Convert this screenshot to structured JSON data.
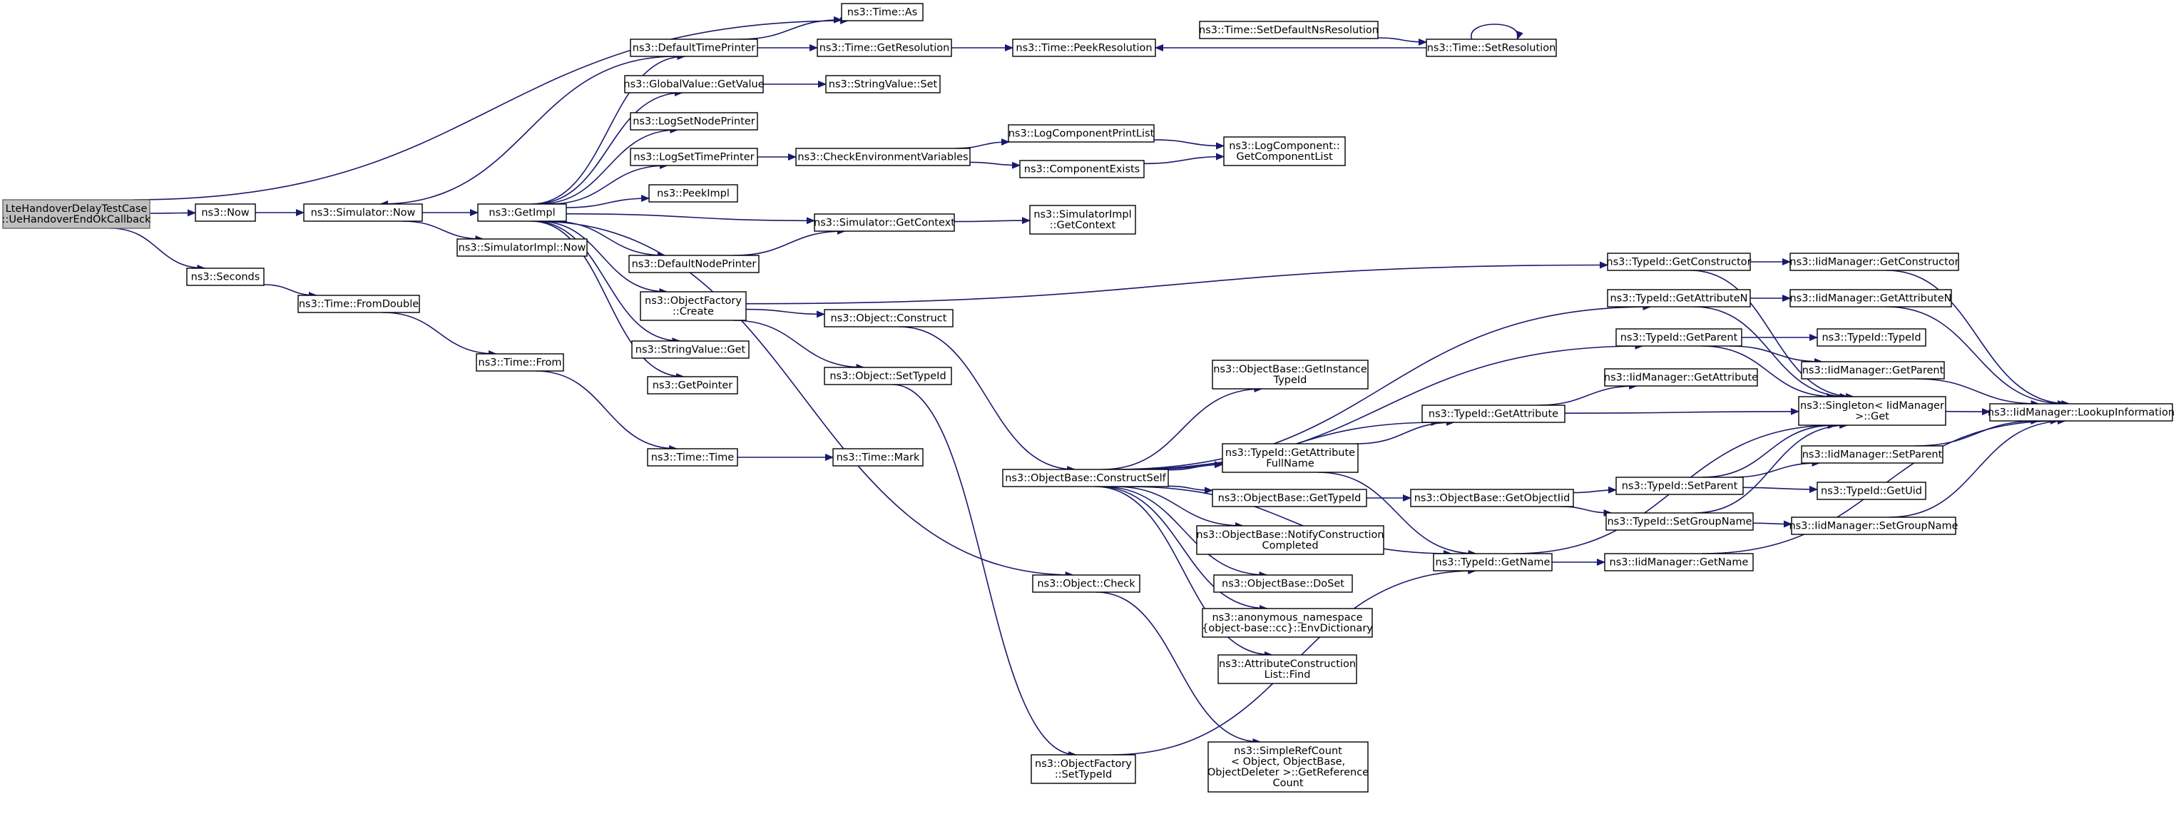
{
  "graph": {
    "title": "",
    "colors": {
      "edge": "#191970",
      "node_border": "#000000",
      "root_fill": "#bfbfbf",
      "root_border": "#666666",
      "node_fill": "#ffffff"
    },
    "nodes": [
      {
        "id": "root",
        "lines": [
          "LteHandoverDelayTestCase",
          "::UeHandoverEndOkCallback"
        ]
      },
      {
        "id": "now",
        "lines": [
          "ns3::Now"
        ]
      },
      {
        "id": "seconds",
        "lines": [
          "ns3::Seconds"
        ]
      },
      {
        "id": "timeAs",
        "lines": [
          "ns3::Time::As"
        ]
      },
      {
        "id": "simNow",
        "lines": [
          "ns3::Simulator::Now"
        ]
      },
      {
        "id": "getImpl",
        "lines": [
          "ns3::GetImpl"
        ]
      },
      {
        "id": "simImplNow",
        "lines": [
          "ns3::SimulatorImpl::Now"
        ]
      },
      {
        "id": "fromDouble",
        "lines": [
          "ns3::Time::FromDouble"
        ]
      },
      {
        "id": "timeFrom",
        "lines": [
          "ns3::Time::From"
        ]
      },
      {
        "id": "timeTime",
        "lines": [
          "ns3::Time::Time"
        ]
      },
      {
        "id": "timeMark",
        "lines": [
          "ns3::Time::Mark"
        ]
      },
      {
        "id": "defTimePrinter",
        "lines": [
          "ns3::DefaultTimePrinter"
        ]
      },
      {
        "id": "globalGetValue",
        "lines": [
          "ns3::GlobalValue::GetValue"
        ]
      },
      {
        "id": "logSetNode",
        "lines": [
          "ns3::LogSetNodePrinter"
        ]
      },
      {
        "id": "logSetTime",
        "lines": [
          "ns3::LogSetTimePrinter"
        ]
      },
      {
        "id": "peekImpl",
        "lines": [
          "ns3::PeekImpl"
        ]
      },
      {
        "id": "defNodePrinter",
        "lines": [
          "ns3::DefaultNodePrinter"
        ]
      },
      {
        "id": "objFactoryCreate",
        "lines": [
          "ns3::ObjectFactory",
          "::Create"
        ]
      },
      {
        "id": "stringGet",
        "lines": [
          "ns3::StringValue::Get"
        ]
      },
      {
        "id": "getPointer",
        "lines": [
          "ns3::GetPointer"
        ]
      },
      {
        "id": "getResolution",
        "lines": [
          "ns3::Time::GetResolution"
        ]
      },
      {
        "id": "stringSet",
        "lines": [
          "ns3::StringValue::Set"
        ]
      },
      {
        "id": "checkEnv",
        "lines": [
          "ns3::CheckEnvironmentVariables"
        ]
      },
      {
        "id": "simGetContext",
        "lines": [
          "ns3::Simulator::GetContext"
        ]
      },
      {
        "id": "objConstruct",
        "lines": [
          "ns3::Object::Construct"
        ]
      },
      {
        "id": "objSetTypeId",
        "lines": [
          "ns3::Object::SetTypeId"
        ]
      },
      {
        "id": "peekResolution",
        "lines": [
          "ns3::Time::PeekResolution"
        ]
      },
      {
        "id": "logCompPrint",
        "lines": [
          "ns3::LogComponentPrintList"
        ]
      },
      {
        "id": "compExists",
        "lines": [
          "ns3::ComponentExists"
        ]
      },
      {
        "id": "simImplGetContext",
        "lines": [
          "ns3::SimulatorImpl",
          "::GetContext"
        ]
      },
      {
        "id": "constructSelf",
        "lines": [
          "ns3::ObjectBase::ConstructSelf"
        ]
      },
      {
        "id": "objCheck",
        "lines": [
          "ns3::Object::Check"
        ]
      },
      {
        "id": "objFactorySetTypeId",
        "lines": [
          "ns3::ObjectFactory",
          "::SetTypeId"
        ]
      },
      {
        "id": "setDefaultNs",
        "lines": [
          "ns3::Time::SetDefaultNsResolution"
        ]
      },
      {
        "id": "setResolution",
        "lines": [
          "ns3::Time::SetResolution"
        ]
      },
      {
        "id": "logCompGetList",
        "lines": [
          "ns3::LogComponent::",
          "GetComponentList"
        ]
      },
      {
        "id": "getInstanceTypeId",
        "lines": [
          "ns3::ObjectBase::GetInstance",
          "TypeId"
        ]
      },
      {
        "id": "getAttrFullName",
        "lines": [
          "ns3::TypeId::GetAttribute",
          "FullName"
        ]
      },
      {
        "id": "obGetTypeId",
        "lines": [
          "ns3::ObjectBase::GetTypeId"
        ]
      },
      {
        "id": "notifyConstruction",
        "lines": [
          "ns3::ObjectBase::NotifyConstruction",
          "Completed"
        ]
      },
      {
        "id": "doSet",
        "lines": [
          "ns3::ObjectBase::DoSet"
        ]
      },
      {
        "id": "envDictionary",
        "lines": [
          "ns3::anonymous_namespace",
          "{object-base::cc}::EnvDictionary"
        ]
      },
      {
        "id": "attrConstructionFind",
        "lines": [
          "ns3::AttributeConstruction",
          "List::Find"
        ]
      },
      {
        "id": "simpleRefCount",
        "lines": [
          "ns3::SimpleRefCount",
          "< Object, ObjectBase,",
          "ObjectDeleter >::GetReference",
          "Count"
        ]
      },
      {
        "id": "tidGetAttribute",
        "lines": [
          "ns3::TypeId::GetAttribute"
        ]
      },
      {
        "id": "getObjectIid",
        "lines": [
          "ns3::ObjectBase::GetObjectIid"
        ]
      },
      {
        "id": "tidGetName",
        "lines": [
          "ns3::TypeId::GetName"
        ]
      },
      {
        "id": "tidGetConstructor",
        "lines": [
          "ns3::TypeId::GetConstructor"
        ]
      },
      {
        "id": "tidGetAttributeN",
        "lines": [
          "ns3::TypeId::GetAttributeN"
        ]
      },
      {
        "id": "tidGetParent",
        "lines": [
          "ns3::TypeId::GetParent"
        ]
      },
      {
        "id": "tidSetParent",
        "lines": [
          "ns3::TypeId::SetParent"
        ]
      },
      {
        "id": "tidSetGroupName",
        "lines": [
          "ns3::TypeId::SetGroupName"
        ]
      },
      {
        "id": "iidGetAttribute",
        "lines": [
          "ns3::IidManager::GetAttribute"
        ]
      },
      {
        "id": "iidGetName",
        "lines": [
          "ns3::IidManager::GetName"
        ]
      },
      {
        "id": "iidGetConstructor",
        "lines": [
          "ns3::IidManager::GetConstructor"
        ]
      },
      {
        "id": "iidGetAttributeN",
        "lines": [
          "ns3::IidManager::GetAttributeN"
        ]
      },
      {
        "id": "tidTypeId",
        "lines": [
          "ns3::TypeId::TypeId"
        ]
      },
      {
        "id": "iidGetParent",
        "lines": [
          "ns3::IidManager::GetParent"
        ]
      },
      {
        "id": "singletonGet",
        "lines": [
          "ns3::Singleton< IidManager",
          " >::Get"
        ]
      },
      {
        "id": "iidSetParent",
        "lines": [
          "ns3::IidManager::SetParent"
        ]
      },
      {
        "id": "tidGetUid",
        "lines": [
          "ns3::TypeId::GetUid"
        ]
      },
      {
        "id": "iidSetGroupName",
        "lines": [
          "ns3::IidManager::SetGroupName"
        ]
      },
      {
        "id": "iidLookup",
        "lines": [
          "ns3::IidManager::LookupInformation"
        ]
      }
    ],
    "edges": [
      [
        "root",
        "now"
      ],
      [
        "root",
        "seconds"
      ],
      [
        "root",
        "timeAs"
      ],
      [
        "now",
        "simNow"
      ],
      [
        "simNow",
        "getImpl"
      ],
      [
        "simNow",
        "simImplNow"
      ],
      [
        "getImpl",
        "defTimePrinter"
      ],
      [
        "getImpl",
        "globalGetValue"
      ],
      [
        "getImpl",
        "logSetNode"
      ],
      [
        "getImpl",
        "logSetTime"
      ],
      [
        "getImpl",
        "peekImpl"
      ],
      [
        "getImpl",
        "simGetContext"
      ],
      [
        "getImpl",
        "defNodePrinter"
      ],
      [
        "getImpl",
        "objFactoryCreate"
      ],
      [
        "getImpl",
        "stringGet"
      ],
      [
        "getImpl",
        "getPointer"
      ],
      [
        "getImpl",
        "objCheck"
      ],
      [
        "defTimePrinter",
        "simNow"
      ],
      [
        "defTimePrinter",
        "timeAs"
      ],
      [
        "defTimePrinter",
        "getResolution"
      ],
      [
        "getResolution",
        "peekResolution"
      ],
      [
        "globalGetValue",
        "stringSet"
      ],
      [
        "logSetTime",
        "checkEnv"
      ],
      [
        "checkEnv",
        "logCompPrint"
      ],
      [
        "checkEnv",
        "compExists"
      ],
      [
        "logCompPrint",
        "logCompGetList"
      ],
      [
        "compExists",
        "logCompGetList"
      ],
      [
        "defNodePrinter",
        "simGetContext"
      ],
      [
        "simGetContext",
        "simImplGetContext"
      ],
      [
        "setDefaultNs",
        "setResolution"
      ],
      [
        "setResolution",
        "peekResolution"
      ],
      [
        "setResolution",
        "setResolution"
      ],
      [
        "objFactoryCreate",
        "objConstruct"
      ],
      [
        "objFactoryCreate",
        "objSetTypeId"
      ],
      [
        "objFactoryCreate",
        "tidGetConstructor"
      ],
      [
        "objConstruct",
        "constructSelf"
      ],
      [
        "objSetTypeId",
        "objFactorySetTypeId"
      ],
      [
        "seconds",
        "fromDouble"
      ],
      [
        "fromDouble",
        "timeFrom"
      ],
      [
        "timeFrom",
        "timeTime"
      ],
      [
        "timeTime",
        "timeMark"
      ],
      [
        "constructSelf",
        "tidGetAttributeN"
      ],
      [
        "constructSelf",
        "tidGetParent"
      ],
      [
        "constructSelf",
        "getInstanceTypeId"
      ],
      [
        "constructSelf",
        "tidGetAttribute"
      ],
      [
        "constructSelf",
        "getAttrFullName"
      ],
      [
        "constructSelf",
        "obGetTypeId"
      ],
      [
        "constructSelf",
        "notifyConstruction"
      ],
      [
        "constructSelf",
        "doSet"
      ],
      [
        "constructSelf",
        "envDictionary"
      ],
      [
        "constructSelf",
        "attrConstructionFind"
      ],
      [
        "constructSelf",
        "tidGetName"
      ],
      [
        "getAttrFullName",
        "tidGetAttribute"
      ],
      [
        "getAttrFullName",
        "tidGetName"
      ],
      [
        "obGetTypeId",
        "getObjectIid"
      ],
      [
        "getObjectIid",
        "tidSetParent"
      ],
      [
        "getObjectIid",
        "tidSetGroupName"
      ],
      [
        "objCheck",
        "simpleRefCount"
      ],
      [
        "objFactorySetTypeId",
        "tidGetName"
      ],
      [
        "tidGetAttribute",
        "iidGetAttribute"
      ],
      [
        "tidGetAttribute",
        "singletonGet"
      ],
      [
        "tidGetName",
        "iidGetName"
      ],
      [
        "tidGetName",
        "singletonGet"
      ],
      [
        "tidGetConstructor",
        "iidGetConstructor"
      ],
      [
        "tidGetConstructor",
        "singletonGet"
      ],
      [
        "tidGetAttributeN",
        "iidGetAttributeN"
      ],
      [
        "tidGetAttributeN",
        "singletonGet"
      ],
      [
        "tidGetParent",
        "tidTypeId"
      ],
      [
        "tidGetParent",
        "iidGetParent"
      ],
      [
        "tidGetParent",
        "singletonGet"
      ],
      [
        "tidSetParent",
        "iidSetParent"
      ],
      [
        "tidSetParent",
        "tidGetUid"
      ],
      [
        "tidSetParent",
        "singletonGet"
      ],
      [
        "tidSetGroupName",
        "iidSetGroupName"
      ],
      [
        "tidSetGroupName",
        "singletonGet"
      ],
      [
        "iidGetName",
        "iidLookup"
      ],
      [
        "iidGetConstructor",
        "iidLookup"
      ],
      [
        "iidGetAttributeN",
        "iidLookup"
      ],
      [
        "iidGetParent",
        "iidLookup"
      ],
      [
        "iidSetParent",
        "iidLookup"
      ],
      [
        "iidSetGroupName",
        "iidLookup"
      ],
      [
        "singletonGet",
        "iidLookup"
      ]
    ]
  }
}
